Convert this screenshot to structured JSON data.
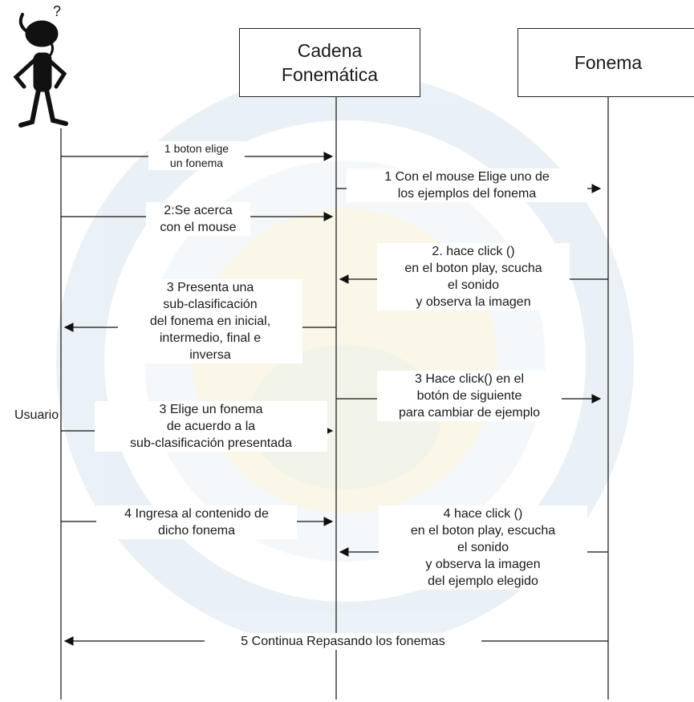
{
  "diagram": {
    "type": "sequence",
    "actor": {
      "label": "Usuario"
    },
    "objects": [
      {
        "line1": "Cadena",
        "line2": "Fonemática"
      },
      {
        "line1": "Fonema"
      }
    ],
    "messages": [
      {
        "lines": [
          "1 boton elige",
          "un fonema"
        ]
      },
      {
        "lines": [
          "1 Con el mouse Elige uno de",
          "los ejemplos del fonema"
        ]
      },
      {
        "lines": [
          "2:Se acerca",
          "con el mouse"
        ]
      },
      {
        "lines": [
          "2. hace click ()",
          "en el boton play, scucha",
          "el sonido",
          "y observa la imagen"
        ]
      },
      {
        "lines": [
          "3  Presenta una",
          "sub-clasificación",
          "del fonema en  inicial,",
          "intermedio, final e",
          "inversa"
        ]
      },
      {
        "lines": [
          "3 Hace click() en el",
          "botón de siguiente",
          "para cambiar de ejemplo"
        ]
      },
      {
        "lines": [
          "3 Elige un fonema",
          "de acuerdo a la",
          "sub-clasificación presentada"
        ]
      },
      {
        "lines": [
          "4  Ingresa al contenido de",
          "dicho fonema"
        ]
      },
      {
        "lines": [
          "4  hace click ()",
          "en el boton play, escucha",
          "el sonido",
          "y observa la imagen",
          "del ejemplo elegido"
        ]
      },
      {
        "lines": [
          "5 Continua Repasando los fonemas"
        ]
      }
    ]
  },
  "colors": {
    "line": "#222222",
    "text": "#1a1a1a",
    "watermark": "#c9dceb"
  }
}
